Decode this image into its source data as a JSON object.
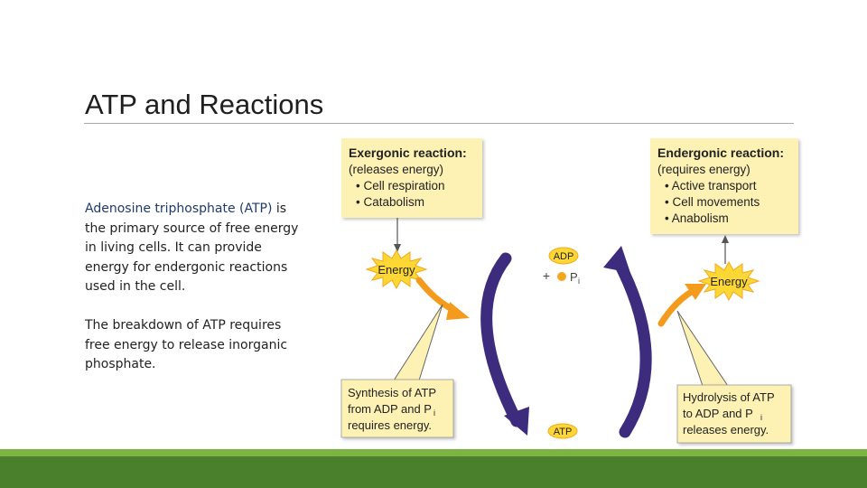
{
  "slide": {
    "title": "ATP and Reactions",
    "paragraph1_lead": "Adenosine triphosphate (ATP)",
    "paragraph1_rest": " is the primary source of free energy in living cells. It can provide energy for endergonic reactions used in the cell.",
    "paragraph2": "The breakdown of ATP requires free energy to release inorganic phosphate."
  },
  "diagram": {
    "exergonic": {
      "heading": "Exergonic reaction:",
      "subheading": "(releases energy)",
      "bullets": [
        "• Cell respiration",
        "• Catabolism"
      ]
    },
    "endergonic": {
      "heading": "Endergonic reaction:",
      "subheading": "(requires energy)",
      "bullets": [
        "• Active transport",
        "• Cell movements",
        "• Anabolism"
      ]
    },
    "energy_left": "Energy",
    "energy_right": "Energy",
    "adp": "ADP",
    "plus": "+",
    "p": "P",
    "sub_i": "i",
    "atp": "ATP",
    "synthesis": {
      "line1": "Synthesis of ATP",
      "line2": "from ADP and P",
      "line3": "requires energy."
    },
    "hydrolysis": {
      "line1": "Hydrolysis of ATP",
      "line2": "to ADP and P",
      "line3": "releases energy."
    }
  },
  "colors": {
    "box_fill": "#fdf1b3",
    "cycle_arrow": "#3d2c7e",
    "orange_arrow": "#f49b1d",
    "starburst": "#fdd835",
    "footer": "#4a7f2b"
  }
}
